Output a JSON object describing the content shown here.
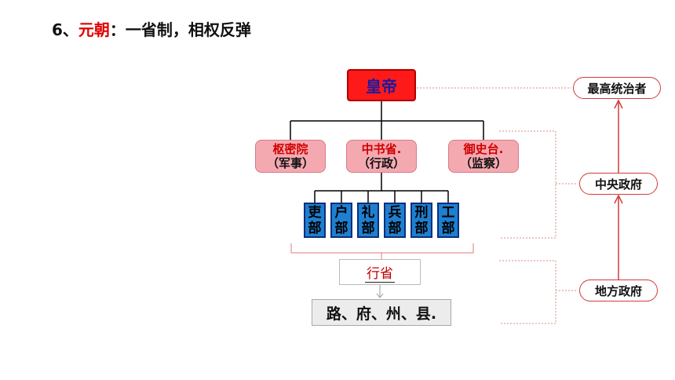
{
  "heading": {
    "number": "6、",
    "highlight": "元朝",
    "rest": "：一省制，相权反弹"
  },
  "diagram": {
    "emperor": "皇帝",
    "central_offices": [
      {
        "title": "枢密院",
        "sub": "（军事）"
      },
      {
        "title": "中书省.",
        "sub": "（行政）"
      },
      {
        "title": "御史台.",
        "sub": "（监察）"
      }
    ],
    "ministries": [
      {
        "top": "吏",
        "bottom": "部"
      },
      {
        "top": "户",
        "bottom": "部"
      },
      {
        "top": "礼",
        "bottom": "部"
      },
      {
        "top": "兵",
        "bottom": "部"
      },
      {
        "top": "刑",
        "bottom": "部"
      },
      {
        "top": "工",
        "bottom": "部"
      }
    ],
    "province": "行省",
    "local": "路、府、州、县."
  },
  "labels": {
    "supreme": "最高统治者",
    "central": "中央政府",
    "local": "地方政府"
  },
  "colors": {
    "emperor_fill": "#ff1a1a",
    "central_fill": "#f4a9b1",
    "ministry_fill": "#1e7fd0",
    "accent_red": "#e00000",
    "label_border": "#d23a3a"
  }
}
